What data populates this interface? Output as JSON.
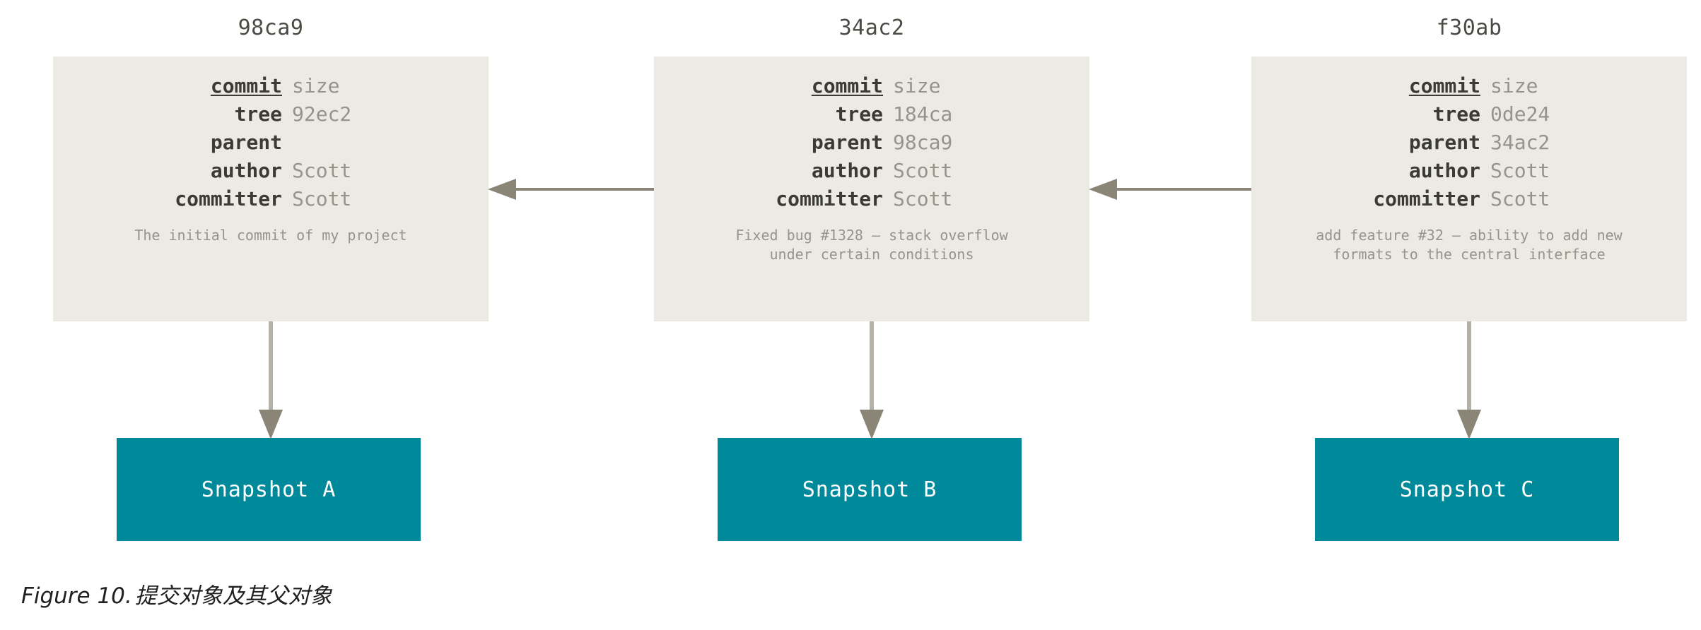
{
  "figure": {
    "caption_prefix": "Figure 10.",
    "caption_text": "提交对象及其父对象"
  },
  "colors": {
    "commit_box_bg": "#ebebe3",
    "snapshot_box_bg": "#00899a",
    "arrow": "#8a8577",
    "label_text": "#3b3a36",
    "value_text": "#96938c",
    "hash_header_text": "#4c4a45",
    "snapshot_text": "#ffffff",
    "page_bg": "#ffffff"
  },
  "field_labels": {
    "commit": "commit",
    "tree": "tree",
    "parent": "parent",
    "author": "author",
    "committer": "committer"
  },
  "commits": [
    {
      "hash": "98ca9",
      "fields": [
        {
          "key": "commit",
          "value": "size",
          "underline": true
        },
        {
          "key": "tree",
          "value": "92ec2",
          "underline": false
        },
        {
          "key": "parent",
          "value": "",
          "underline": false
        },
        {
          "key": "author",
          "value": "Scott",
          "underline": false
        },
        {
          "key": "committer",
          "value": "Scott",
          "underline": false
        }
      ],
      "message": "The initial commit of my project",
      "snapshot": "Snapshot A"
    },
    {
      "hash": "34ac2",
      "fields": [
        {
          "key": "commit",
          "value": "size",
          "underline": true
        },
        {
          "key": "tree",
          "value": "184ca",
          "underline": false
        },
        {
          "key": "parent",
          "value": "98ca9",
          "underline": false
        },
        {
          "key": "author",
          "value": "Scott",
          "underline": false
        },
        {
          "key": "committer",
          "value": "Scott",
          "underline": false
        }
      ],
      "message": "Fixed bug #1328 – stack overflow\nunder certain conditions",
      "snapshot": "Snapshot B"
    },
    {
      "hash": "f30ab",
      "fields": [
        {
          "key": "commit",
          "value": "size",
          "underline": true
        },
        {
          "key": "tree",
          "value": "0de24",
          "underline": false
        },
        {
          "key": "parent",
          "value": "34ac2",
          "underline": false
        },
        {
          "key": "author",
          "value": "Scott",
          "underline": false
        },
        {
          "key": "committer",
          "value": "Scott",
          "underline": false
        }
      ],
      "message": "add feature #32 – ability to add new\nformats to the central interface",
      "snapshot": "Snapshot C"
    }
  ],
  "arrows": {
    "parent_links": [
      {
        "from": "34ac2",
        "to": "98ca9",
        "direction": "left"
      },
      {
        "from": "f30ab",
        "to": "34ac2",
        "direction": "left"
      }
    ],
    "snapshot_links": [
      {
        "from": "98ca9",
        "to": "Snapshot A",
        "direction": "down"
      },
      {
        "from": "34ac2",
        "to": "Snapshot B",
        "direction": "down"
      },
      {
        "from": "f30ab",
        "to": "Snapshot C",
        "direction": "down"
      }
    ]
  }
}
